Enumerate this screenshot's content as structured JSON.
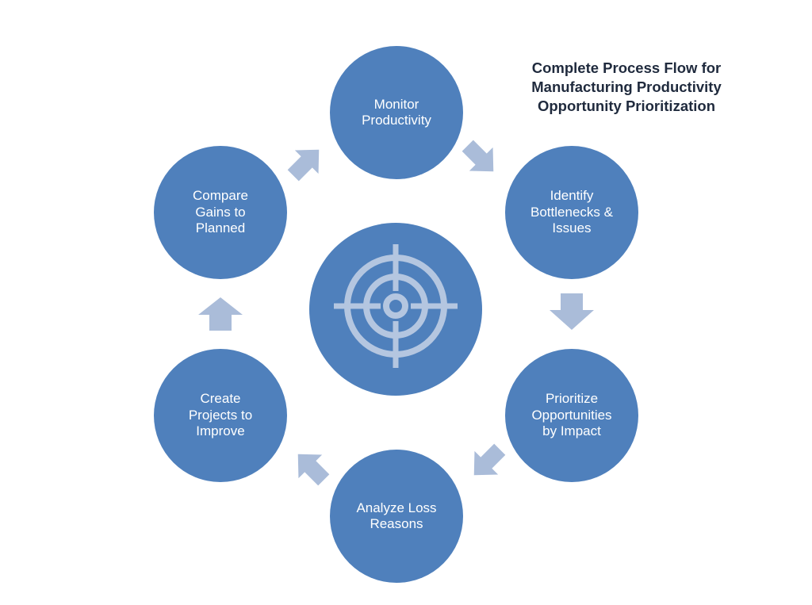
{
  "title": {
    "line1": "Complete Process Flow for",
    "line2": "Manufacturing Productivity",
    "line3": "Opportunity Prioritization"
  },
  "steps": [
    {
      "lines": [
        "Monitor",
        "Productivity"
      ]
    },
    {
      "lines": [
        "Identify",
        "Bottlenecks &",
        "Issues"
      ]
    },
    {
      "lines": [
        "Prioritize",
        "Opportunities",
        "by Impact"
      ]
    },
    {
      "lines": [
        "Analyze Loss",
        "Reasons"
      ]
    },
    {
      "lines": [
        "Create",
        "Projects to",
        "Improve"
      ]
    },
    {
      "lines": [
        "Compare",
        "Gains to",
        "Planned"
      ]
    }
  ],
  "center_icon": "target-crosshair-icon",
  "colors": {
    "node_fill": "#4f80bc",
    "arrow_fill": "#aabcd9",
    "icon_stroke": "#b4c6e0",
    "title_text": "#1f2a3d"
  }
}
